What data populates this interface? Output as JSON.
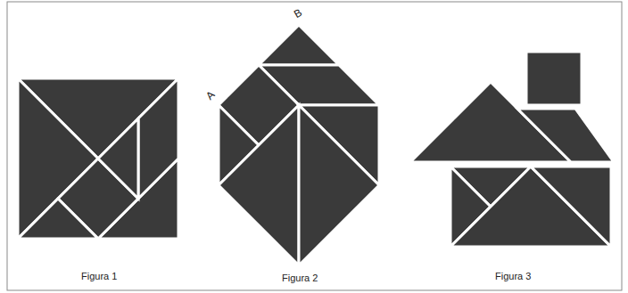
{
  "diagram": {
    "labels": [
      "B",
      "A",
      "Figura 1",
      "Figura 2",
      "Figura 3"
    ]
  }
}
